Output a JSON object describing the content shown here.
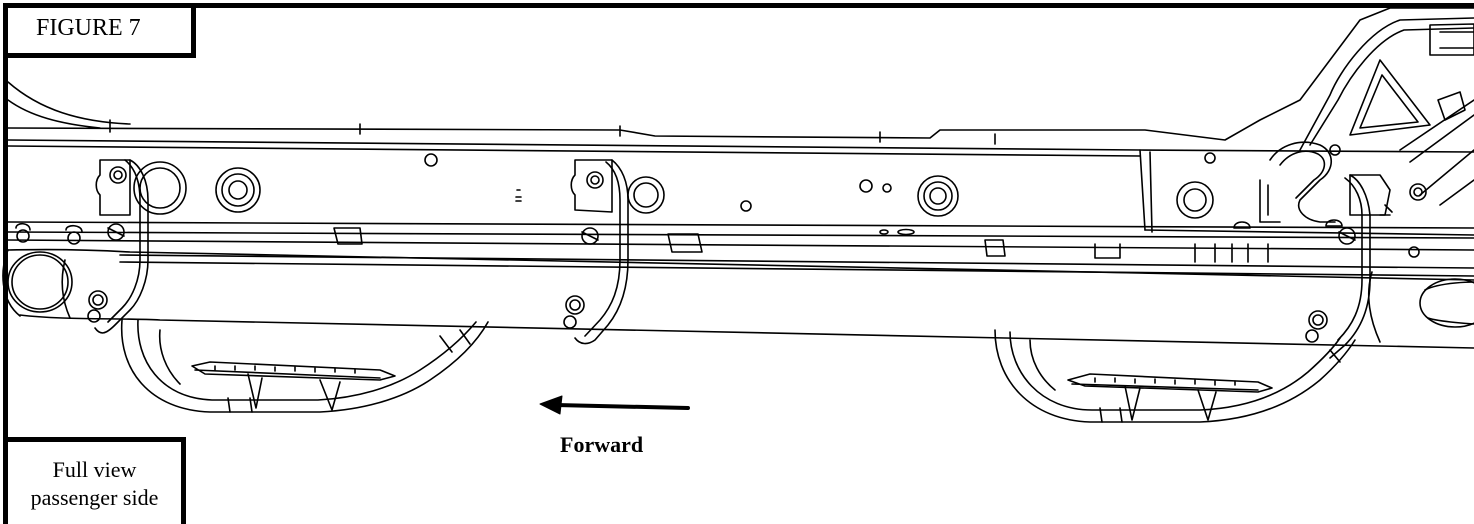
{
  "figure": {
    "label": "FIGURE 7",
    "caption_line1": "Full view",
    "caption_line2": "passenger side",
    "direction_label": "Forward",
    "direction": "left",
    "line_color": "#000000",
    "background_color": "#ffffff"
  }
}
